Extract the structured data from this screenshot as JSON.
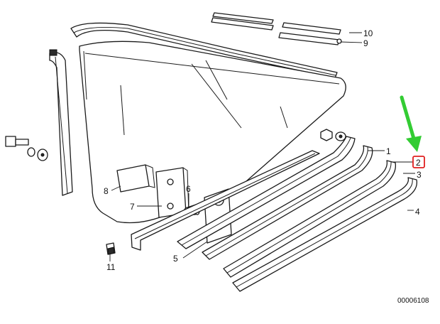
{
  "callouts": [
    {
      "id": "c1",
      "label": "1"
    },
    {
      "id": "c2",
      "label": "2"
    },
    {
      "id": "c3",
      "label": "3"
    },
    {
      "id": "c4",
      "label": "4"
    },
    {
      "id": "c5",
      "label": "5"
    },
    {
      "id": "c6",
      "label": "6"
    },
    {
      "id": "c7",
      "label": "7"
    },
    {
      "id": "c8",
      "label": "8"
    },
    {
      "id": "c9",
      "label": "9"
    },
    {
      "id": "c10",
      "label": "10"
    },
    {
      "id": "c11",
      "label": "11"
    }
  ],
  "highlight": {
    "label": "2",
    "box_color": "#e02020",
    "arrow_color": "#33cc33"
  },
  "diagram_code": "00006108"
}
